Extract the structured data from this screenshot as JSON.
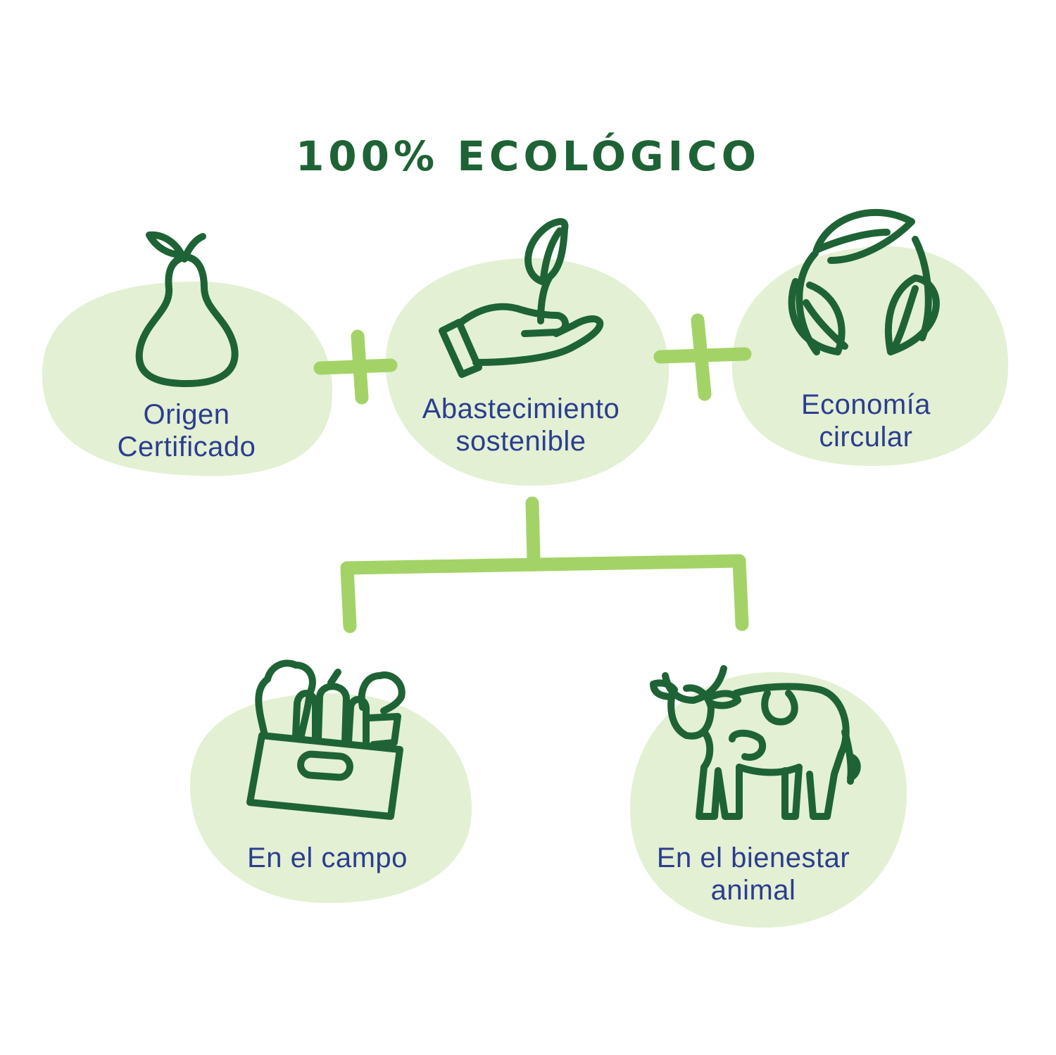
{
  "title": "100% ECOLÓGICO",
  "colors": {
    "blob": "#e3f0d3",
    "icon_stroke": "#1e6335",
    "connector": "#a3d366",
    "label_text": "#2b3d8f"
  },
  "nodes": {
    "origen": {
      "line1": "Origen",
      "line2": "Certificado",
      "icon": "pear-icon"
    },
    "abastecimiento": {
      "line1": "Abastecimiento",
      "line2": "sostenible",
      "icon": "hand-plant-icon"
    },
    "economia": {
      "line1": "Economía",
      "line2": "circular",
      "icon": "recycle-leaves-icon"
    },
    "campo": {
      "line1": "En el campo",
      "icon": "vegetable-crate-icon"
    },
    "bienestar": {
      "line1": "En el bienestar",
      "line2": "animal",
      "icon": "cow-icon"
    }
  }
}
